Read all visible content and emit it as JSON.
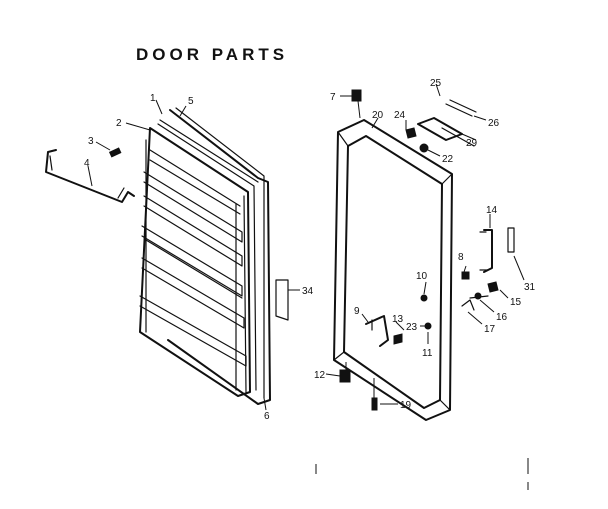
{
  "title": "DOOR PARTS",
  "callouts": {
    "c1": "1",
    "c2": "2",
    "c3": "3",
    "c4": "4",
    "c5": "5",
    "c6": "6",
    "c7": "7",
    "c8": "8",
    "c9": "9",
    "c10": "10",
    "c11": "11",
    "c12": "12",
    "c13": "13",
    "c14": "14",
    "c15": "15",
    "c16": "16",
    "c17": "17",
    "c19": "19",
    "c20": "20",
    "c22": "22",
    "c23": "23",
    "c24": "24",
    "c25": "25",
    "c26": "26",
    "c29": "29",
    "c31": "31",
    "c34": "34"
  }
}
